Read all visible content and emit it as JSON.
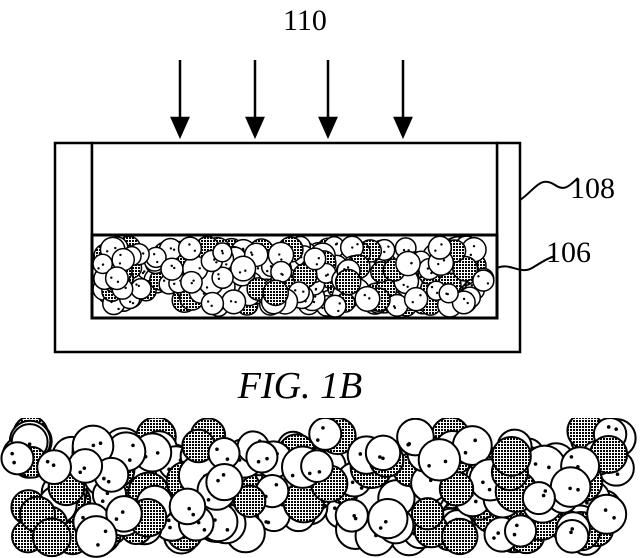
{
  "figure": {
    "arrow_label": "110",
    "container_label": "108",
    "powder_label": "106",
    "caption": "FIG. 1B"
  },
  "colors": {
    "ink": "#000000",
    "paper": "#ffffff"
  }
}
